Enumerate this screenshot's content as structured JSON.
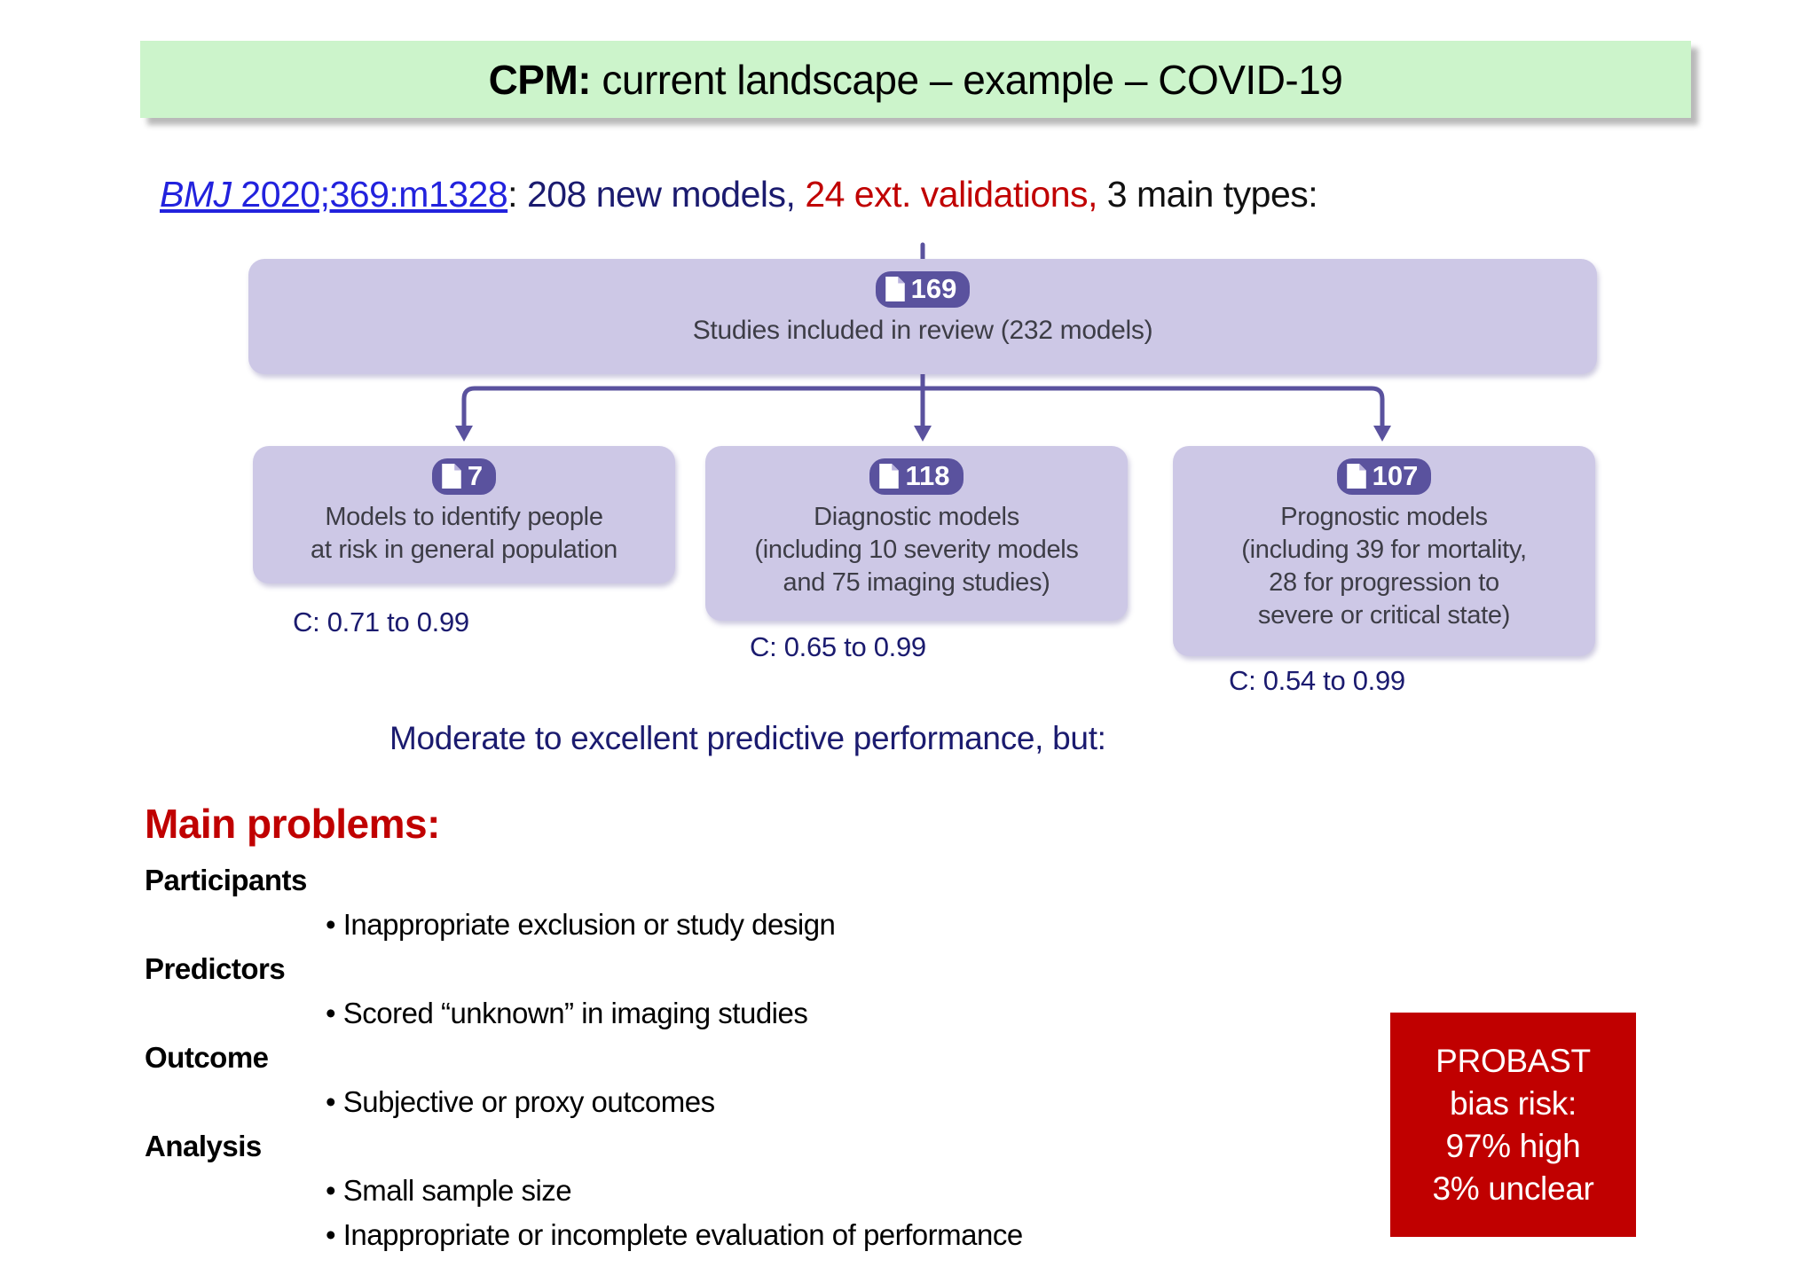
{
  "title": {
    "prefix": "CPM:",
    "rest": " current landscape – example – COVID-19"
  },
  "citation": {
    "link": "BMJ 2020;369:m1328",
    "sep": ": ",
    "models": "208 new models, ",
    "validations": "24 ext. validations,",
    "types": " 3 main types:"
  },
  "flowchart": {
    "root": {
      "count": "169",
      "label": "Studies included in review (232 models)"
    },
    "children": [
      {
        "count": "7",
        "label": "Models to identify people\nat risk in general population",
        "c_range": "C: 0.71 to 0.99"
      },
      {
        "count": "118",
        "label": "Diagnostic models\n(including 10 severity models\nand 75 imaging studies)",
        "c_range": "C: 0.65 to 0.99"
      },
      {
        "count": "107",
        "label": "Prognostic models\n(including 39 for mortality,\n28 for progression to\nsevere or critical state)",
        "c_range": "C: 0.54 to 0.99"
      }
    ]
  },
  "note": "Moderate to excellent predictive performance, but:",
  "problems": {
    "heading": "Main problems:",
    "rows": [
      {
        "type": "label",
        "text": "Participants"
      },
      {
        "type": "bullet",
        "text": "Inappropriate exclusion or study design"
      },
      {
        "type": "label",
        "text": "Predictors"
      },
      {
        "type": "bullet",
        "text": "Scored “unknown” in imaging studies"
      },
      {
        "type": "label",
        "text": "Outcome"
      },
      {
        "type": "bullet",
        "text": "Subjective or proxy outcomes"
      },
      {
        "type": "label",
        "text": "Analysis"
      },
      {
        "type": "bullet",
        "text": "Small sample size"
      },
      {
        "type": "bullet",
        "text": "Inappropriate or incomplete evaluation of performance"
      }
    ]
  },
  "probast": {
    "lines": [
      "PROBAST",
      "bias risk:",
      "97% high",
      "3% unclear"
    ]
  },
  "colors": {
    "banner_green": "#ccf4cb",
    "link_blue": "#2222dd",
    "navy": "#1b1b6f",
    "alert_red": "#c00000",
    "box_lavender": "#cdc8e6",
    "badge_purple": "#5a529e"
  }
}
